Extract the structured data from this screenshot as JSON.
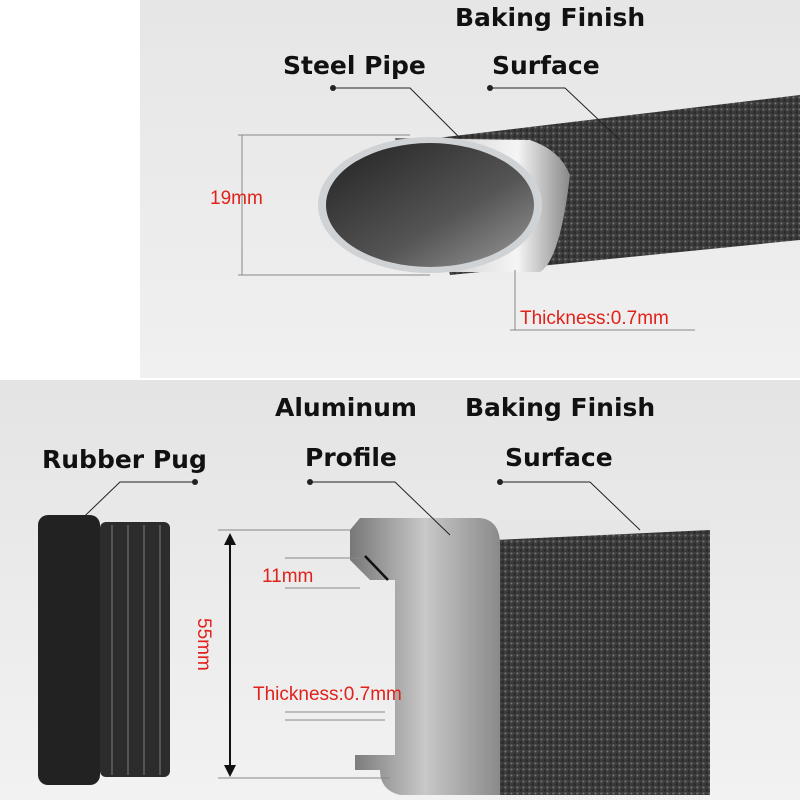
{
  "top_panel": {
    "labels": {
      "steel_pipe": "Steel Pipe",
      "baking_finish_1": "Baking Finish",
      "baking_finish_2": "Surface"
    },
    "dimensions": {
      "diameter": "19mm",
      "thickness": "Thickness:0.7mm"
    }
  },
  "bottom_panel": {
    "labels": {
      "rubber_pug": "Rubber Pug",
      "aluminum_1": "Aluminum",
      "aluminum_2": "Profile",
      "baking_finish_1": "Baking Finish",
      "baking_finish_2": "Surface"
    },
    "dimensions": {
      "height": "55mm",
      "lip": "11mm",
      "thickness": "Thickness:0.7mm"
    }
  },
  "colors": {
    "dimension_text": "#e0221a",
    "panel_bg": "#ebebeb"
  }
}
